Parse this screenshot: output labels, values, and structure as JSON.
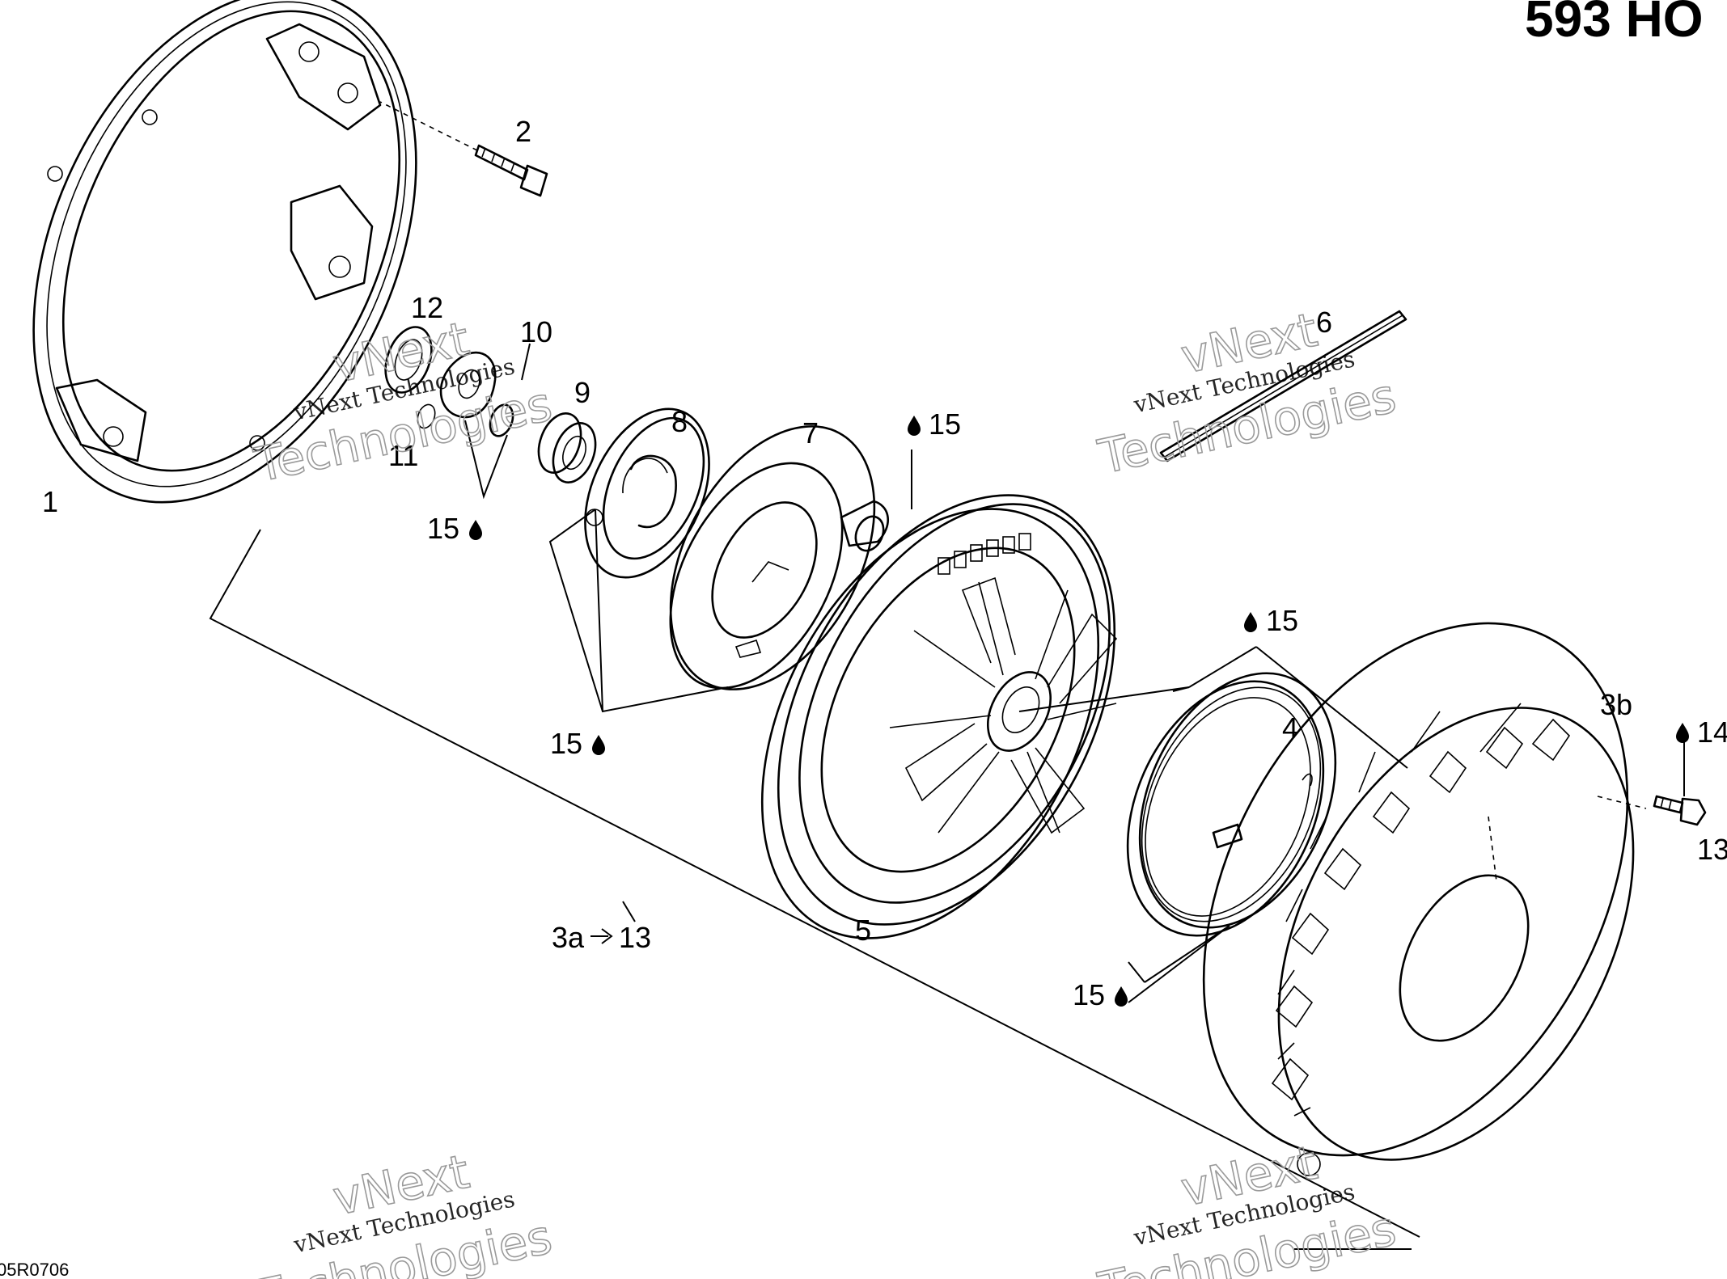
{
  "title": "593 HO",
  "figure_code": "05R0706",
  "watermark": {
    "line1": "vNext",
    "line2": "vNext Technologies",
    "line3": "Technologies"
  },
  "callouts": {
    "c1": "1",
    "c2": "2",
    "c3a": "3a",
    "c3a_target": "13",
    "c3b": "3b",
    "c4": "4",
    "c5": "5",
    "c6": "6",
    "c7": "7",
    "c8": "8",
    "c9": "9",
    "c10": "10",
    "c11": "11",
    "c12": "12",
    "c13": "13",
    "c14": "14",
    "c15": "15"
  }
}
